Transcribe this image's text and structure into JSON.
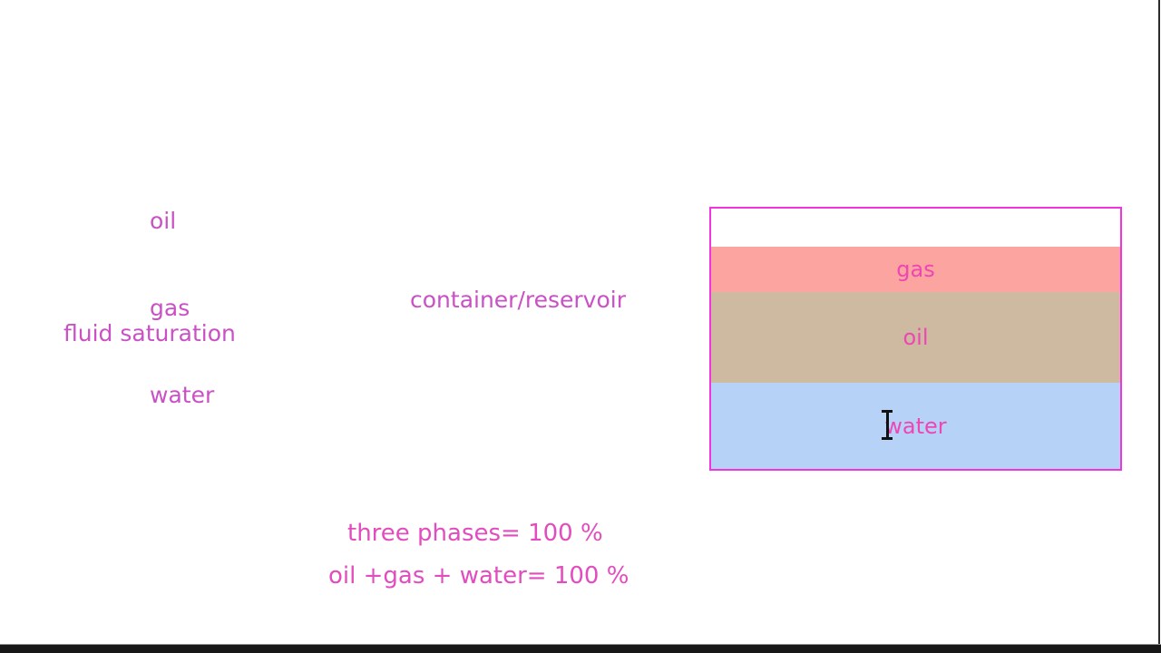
{
  "colors": {
    "background": "#ffffff",
    "annotation_text": "#c951c5",
    "equation_text": "#e24cbe",
    "layer_label_text": "#ee46b4",
    "container_border": "#f035e0",
    "gas_fill": "#fba4a0",
    "oil_fill": "#cdbaa1",
    "water_fill": "#b6d2f7",
    "bottom_bar": "#171717"
  },
  "fluid_list": {
    "items": [
      "oil",
      "gas",
      "water"
    ]
  },
  "labels": {
    "fluid_saturation": "fluid saturation",
    "container_reservoir": "container/reservoir"
  },
  "container": {
    "layers": [
      {
        "name": "gas",
        "label": "gas",
        "fill": "#fba4a0"
      },
      {
        "name": "oil",
        "label": "oil",
        "fill": "#cdbaa1"
      },
      {
        "name": "water",
        "label": "water",
        "fill": "#b6d2f7"
      }
    ]
  },
  "equations": {
    "line1": "three phases= 100 %",
    "line2": "oil +gas + water= 100 %"
  },
  "cursor": {
    "type": "text-ibeam"
  }
}
